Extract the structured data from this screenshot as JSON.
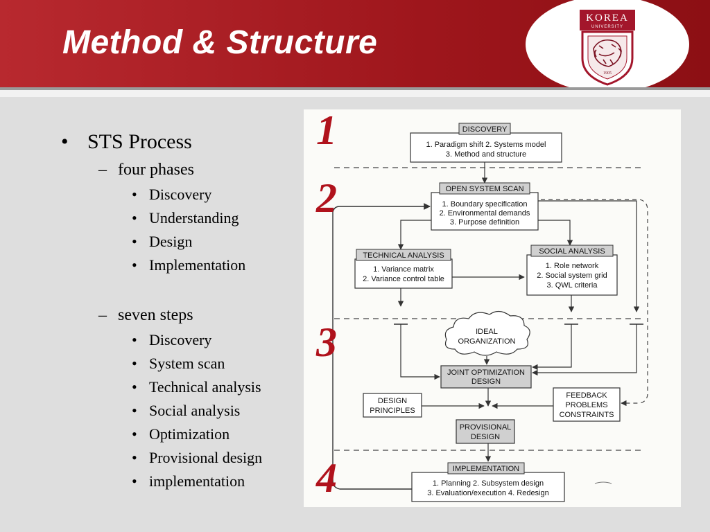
{
  "slide": {
    "title": "Method & Structure",
    "logo_text": "KOREA",
    "logo_sub": "UNIVERSITY",
    "logo_year": "1905"
  },
  "outline": {
    "l1": "STS Process",
    "group1": {
      "label": "four phases",
      "items": [
        "Discovery",
        "Understanding",
        "Design",
        "Implementation"
      ]
    },
    "group2": {
      "label": "seven steps",
      "items": [
        "Discovery",
        "System scan",
        "Technical analysis",
        "Social analysis",
        "Optimization",
        "Provisional design",
        "implementation"
      ]
    }
  },
  "diagram": {
    "phase_numbers": [
      "1",
      "2",
      "3",
      "4"
    ],
    "discovery": {
      "title": "DISCOVERY",
      "lines": [
        "1. Paradigm shift  2. Systems model",
        "3. Method and structure"
      ]
    },
    "scan": {
      "title": "OPEN SYSTEM SCAN",
      "lines": [
        "1. Boundary specification",
        "2. Environmental demands",
        "3. Purpose definition"
      ]
    },
    "technical": {
      "title": "TECHNICAL ANALYSIS",
      "lines": [
        "1. Variance matrix",
        "2. Variance control table"
      ]
    },
    "social": {
      "title": "SOCIAL ANALYSIS",
      "lines": [
        "1. Role network",
        "2. Social system grid",
        "3. QWL criteria"
      ]
    },
    "ideal": {
      "lines": [
        "IDEAL",
        "ORGANIZATION"
      ]
    },
    "joint": {
      "lines": [
        "JOINT OPTIMIZATION",
        "DESIGN"
      ]
    },
    "principles": {
      "lines": [
        "DESIGN",
        "PRINCIPLES"
      ]
    },
    "feedback": {
      "lines": [
        "FEEDBACK",
        "PROBLEMS",
        "CONSTRAINTS"
      ]
    },
    "provisional": {
      "lines": [
        "PROVISIONAL",
        "DESIGN"
      ]
    },
    "implementation": {
      "title": "IMPLEMENTATION",
      "lines": [
        "1. Planning   2. Subsystem design",
        "3. Evaluation/execution   4. Redesign"
      ]
    }
  }
}
